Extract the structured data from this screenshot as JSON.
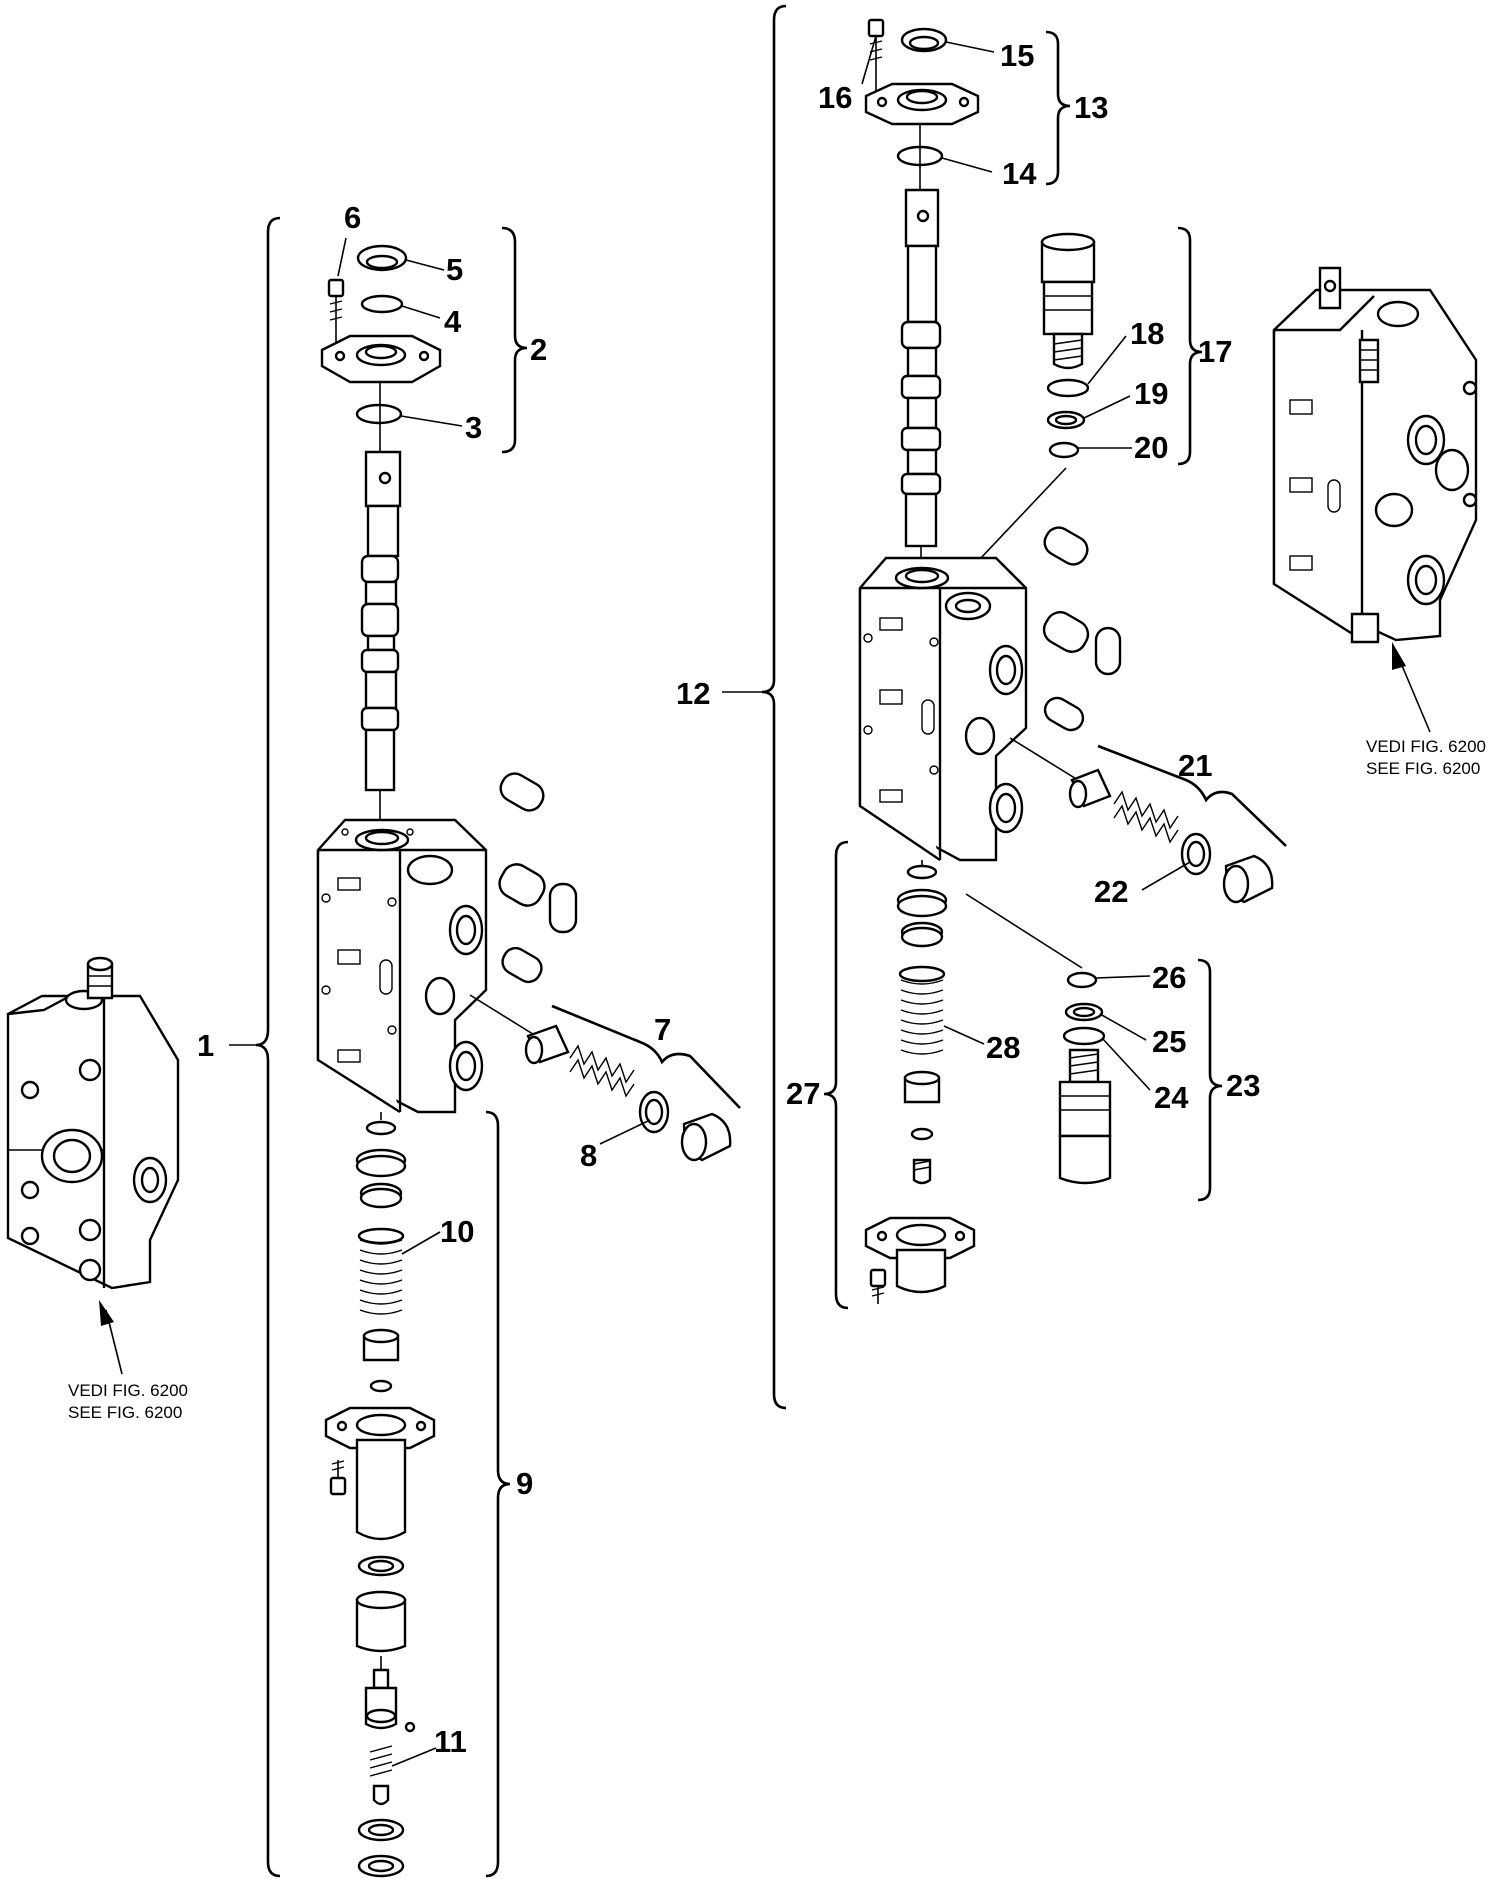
{
  "labels": {
    "p1": "1",
    "p2": "2",
    "p3": "3",
    "p4": "4",
    "p5": "5",
    "p6": "6",
    "p7": "7",
    "p8": "8",
    "p9": "9",
    "p10": "10",
    "p11": "11",
    "p12": "12",
    "p13": "13",
    "p14": "14",
    "p15": "15",
    "p16": "16",
    "p17": "17",
    "p18": "18",
    "p19": "19",
    "p20": "20",
    "p21": "21",
    "p22": "22",
    "p23": "23",
    "p24": "24",
    "p25": "25",
    "p26": "26",
    "p27": "27",
    "p28": "28"
  },
  "references": {
    "left": {
      "line1": "VEDI FIG. 6200",
      "line2": "SEE FIG. 6200"
    },
    "right": {
      "line1": "VEDI FIG. 6200",
      "line2": "SEE FIG. 6200"
    }
  }
}
